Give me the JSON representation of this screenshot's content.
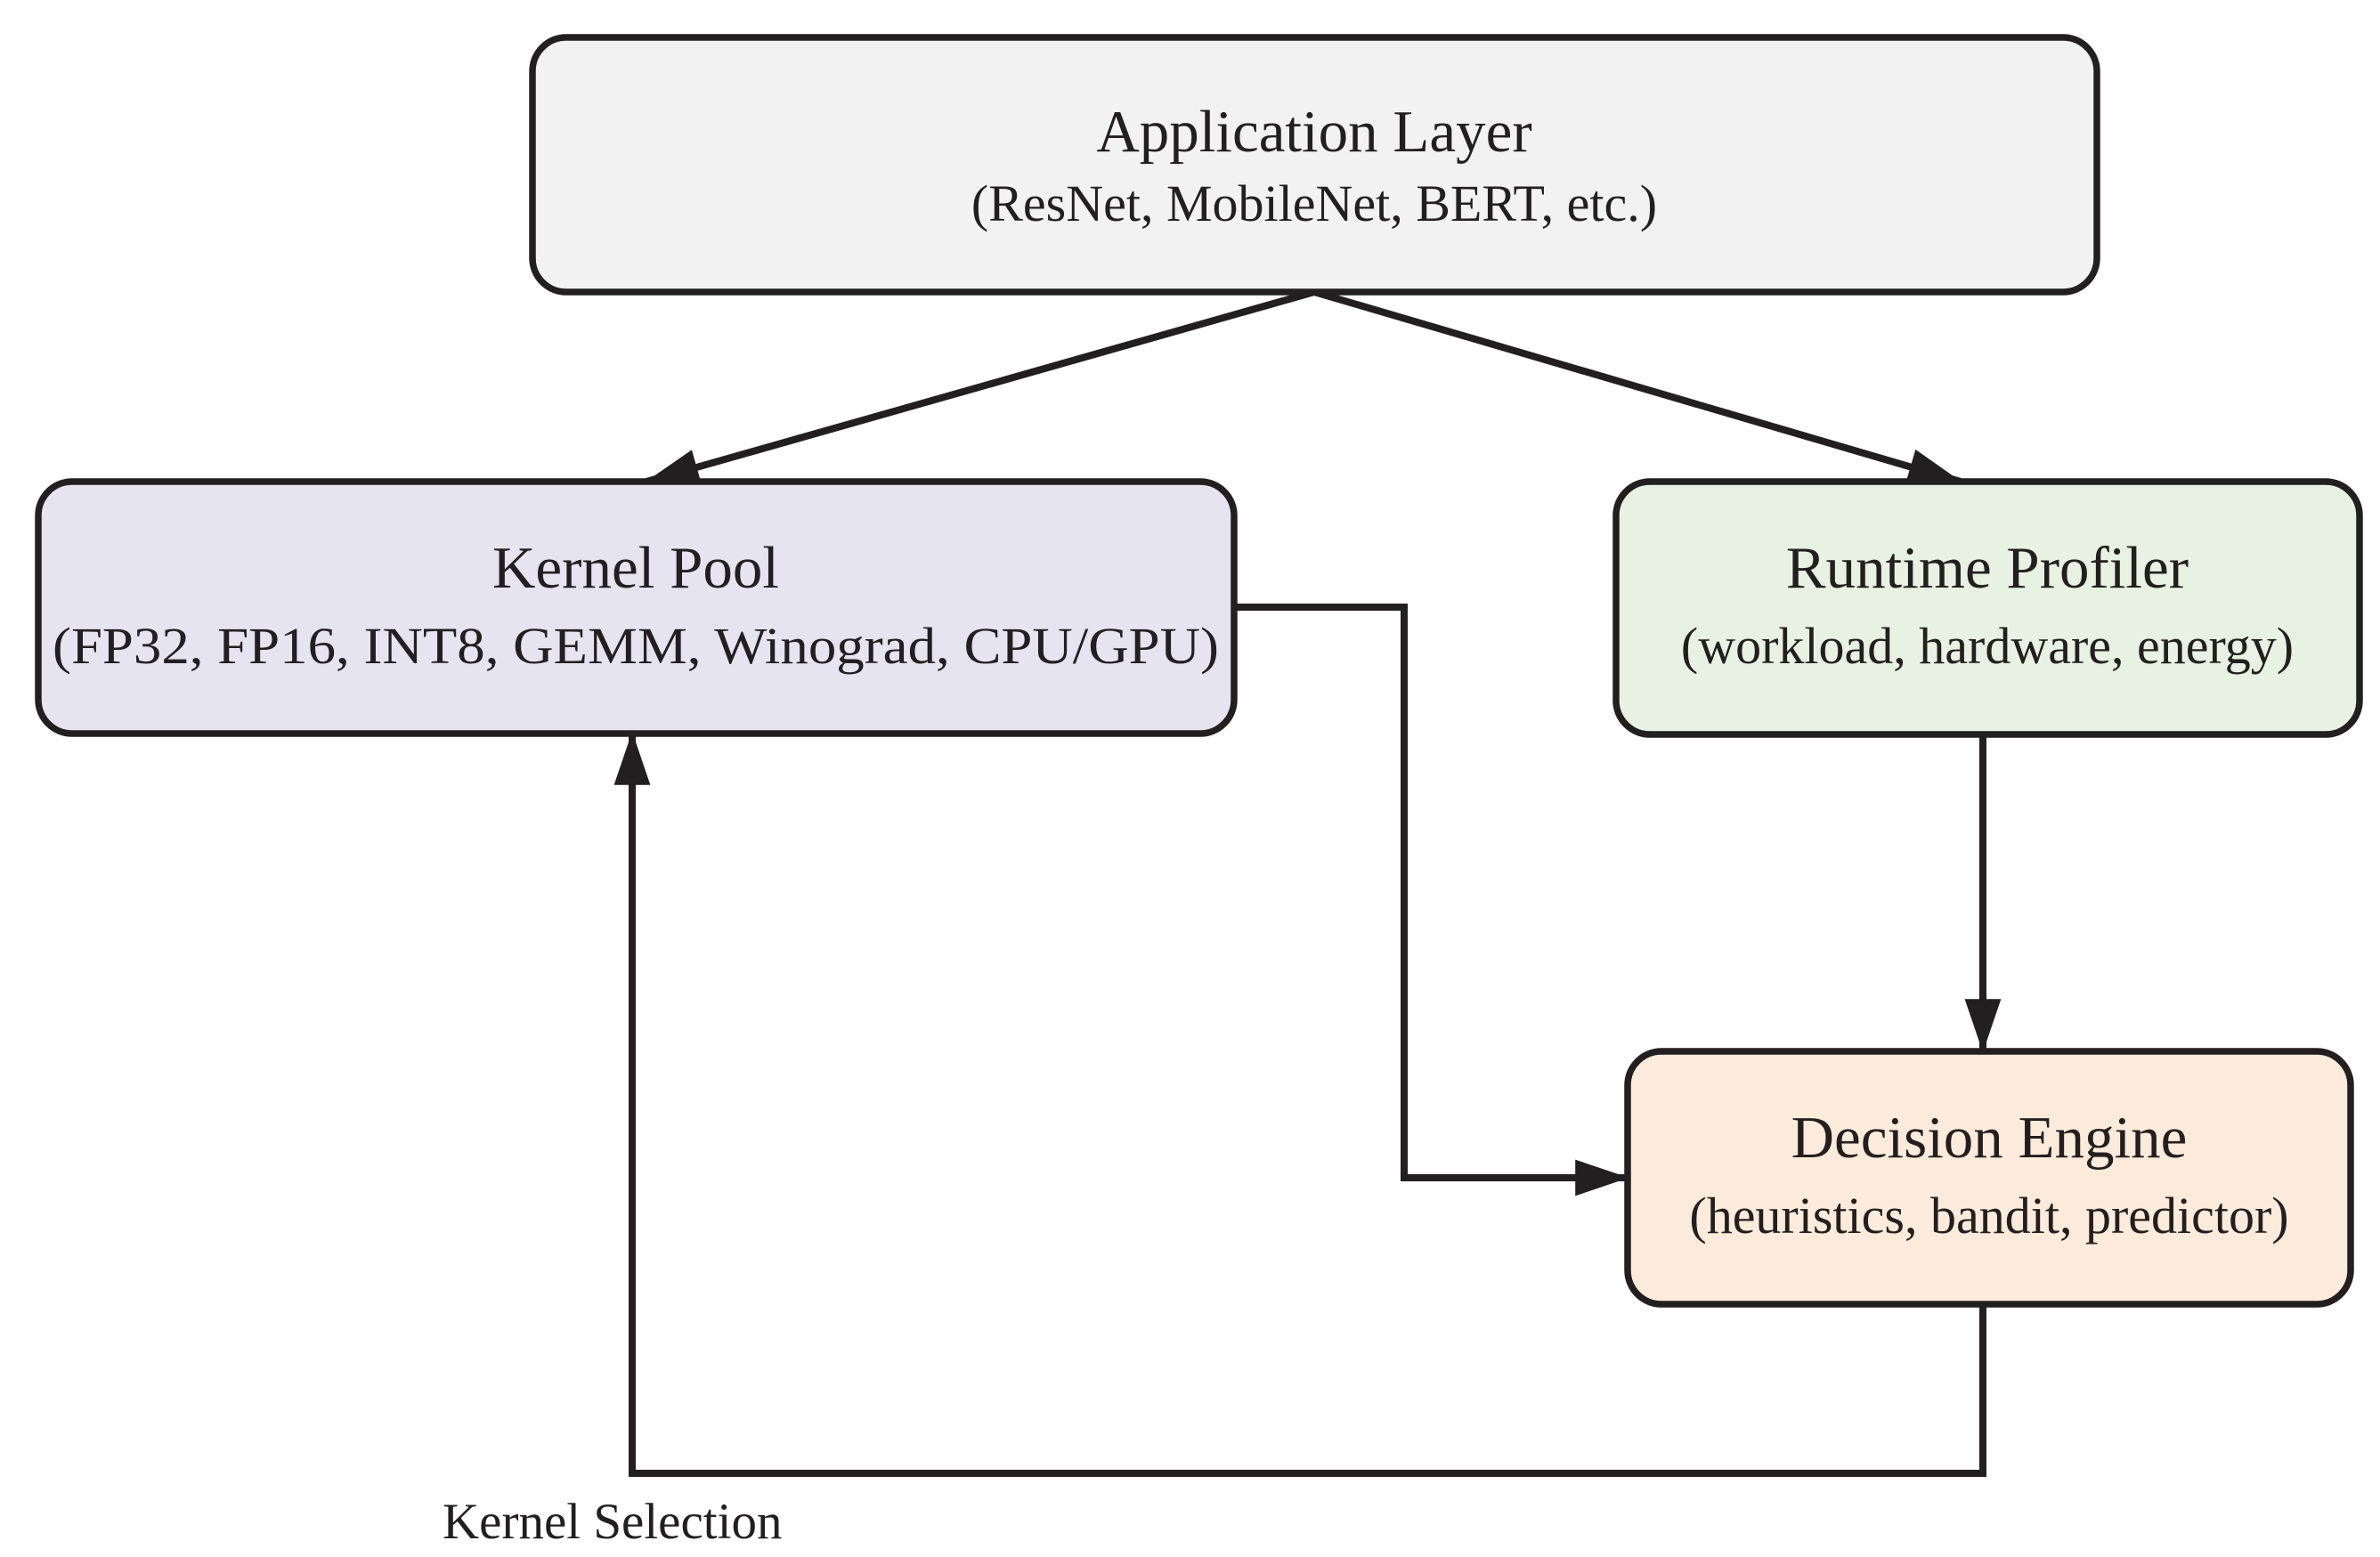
{
  "diagram": {
    "type": "architecture-flowchart",
    "background": "#FFFFFF"
  },
  "boxes": {
    "application_layer": {
      "title": "Application Layer",
      "subtitle": "(ResNet, MobileNet, BERT, etc.)",
      "fill": "#F2F2F3",
      "border": "#231F20"
    },
    "kernel_pool": {
      "title": "Kernel Pool",
      "subtitle": "(FP32, FP16, INT8, GEMM, Winograd, CPU/GPU)",
      "fill": "#E6E4F1",
      "border": "#231F20"
    },
    "runtime_profiler": {
      "title": "Runtime Profiler",
      "subtitle": "(workload, hardware, energy)",
      "fill": "#E7F2E2",
      "border": "#231F20"
    },
    "decision_engine": {
      "title": "Decision Engine",
      "subtitle": "(heuristics, bandit, predictor)",
      "fill": "#FCEBDA",
      "border": "#231F20"
    }
  },
  "labels": {
    "kernel_selection": "Kernel Selection"
  },
  "edges": [
    {
      "from": "Application Layer",
      "to": "Kernel Pool",
      "style": "arrow"
    },
    {
      "from": "Application Layer",
      "to": "Runtime Profiler",
      "style": "arrow"
    },
    {
      "from": "Kernel Pool",
      "to": "Decision Engine",
      "style": "elbow-arrow"
    },
    {
      "from": "Runtime Profiler",
      "to": "Decision Engine",
      "style": "arrow"
    },
    {
      "from": "Decision Engine",
      "to": "Kernel Pool",
      "style": "elbow-arrow",
      "label": "Kernel Selection"
    }
  ],
  "colors": {
    "line": "#231F20",
    "text": "#231F20",
    "background": "#FFFFFF"
  }
}
